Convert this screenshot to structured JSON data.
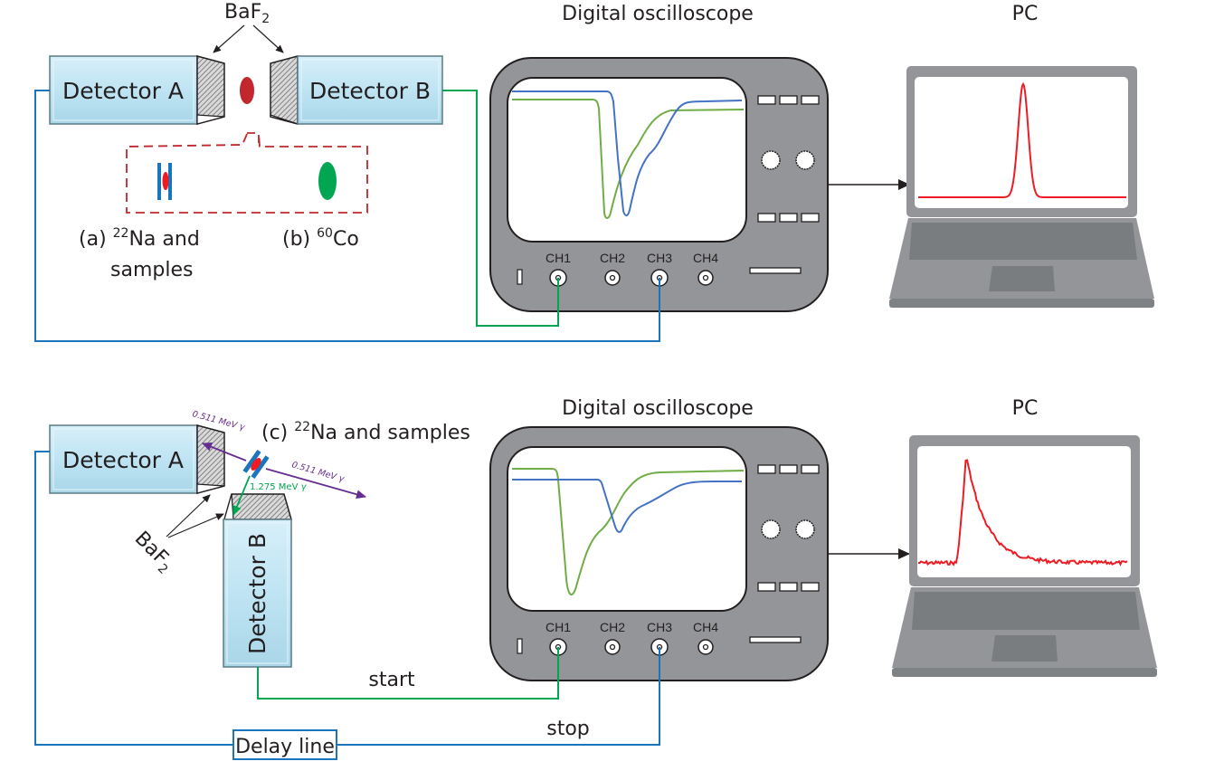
{
  "colors": {
    "detector_fill": "#bfe4f3",
    "scope_body": "#939598",
    "laptop_frame": "#939598",
    "laptop_keyboard": "#7a7d80",
    "signal_blue": "#4472c4",
    "signal_green": "#70ad47",
    "wire_blue": "#1b75bc",
    "wire_green": "#00a651",
    "spectrum_red": "#ed1c24",
    "source_red": "#c1272d",
    "co_green": "#00a651",
    "gamma_purple": "#662d91",
    "gamma_green": "#00a651"
  },
  "top": {
    "detector_a": "Detector A",
    "detector_b": "Detector B",
    "crystal_label_main": "BaF",
    "crystal_label_sub": "2",
    "inset": {
      "a_prefix": "(a) ",
      "a_sup": "22",
      "a_text": "Na and",
      "a_line2": "samples",
      "b_prefix": "(b) ",
      "b_sup": "60",
      "b_text": "Co"
    },
    "scope_title": "Digital oscilloscope",
    "pc_title": "PC",
    "channels": [
      "CH1",
      "CH2",
      "CH3",
      "CH4"
    ],
    "pc_plot": "gaussian peak"
  },
  "bottom": {
    "detector_a": "Detector A",
    "detector_b": "Detector B",
    "crystal_label_main": "BaF",
    "crystal_label_sub": "2",
    "source_prefix": "(c) ",
    "source_sup": "22",
    "source_text": "Na and samples",
    "gamma_511_a": "0.511 MeV",
    "gamma_511_b": "0.511 MeV",
    "gamma_1275": "1.275 MeV",
    "gamma_symbol": "γ",
    "scope_title": "Digital oscilloscope",
    "pc_title": "PC",
    "channels": [
      "CH1",
      "CH2",
      "CH3",
      "CH4"
    ],
    "start_label": "start",
    "stop_label": "stop",
    "delay_line": "Delay line",
    "pc_plot": "lifetime spectrum"
  }
}
